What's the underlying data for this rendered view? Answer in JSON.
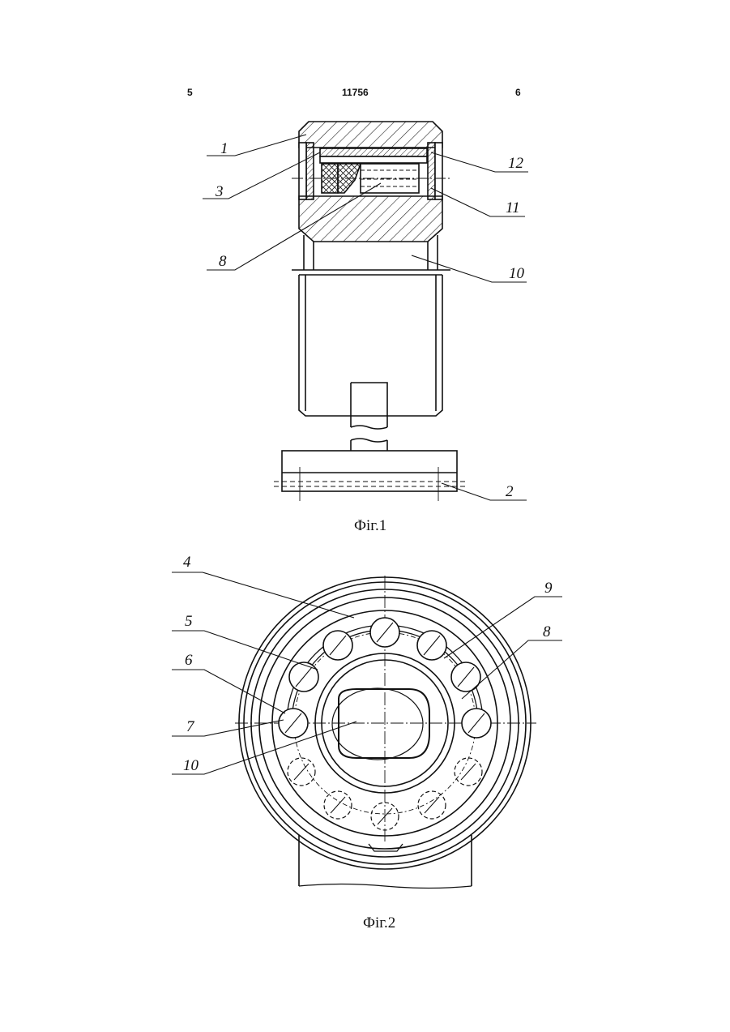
{
  "header": {
    "left_page": "5",
    "document_number": "11756",
    "right_page": "6"
  },
  "figures": [
    {
      "caption": "Фіг.1",
      "labels": [
        "1",
        "3",
        "8",
        "12",
        "11",
        "10",
        "2"
      ]
    },
    {
      "caption": "Фіг.2",
      "labels": [
        "4",
        "5",
        "6",
        "7",
        "10",
        "9",
        "8"
      ]
    }
  ]
}
